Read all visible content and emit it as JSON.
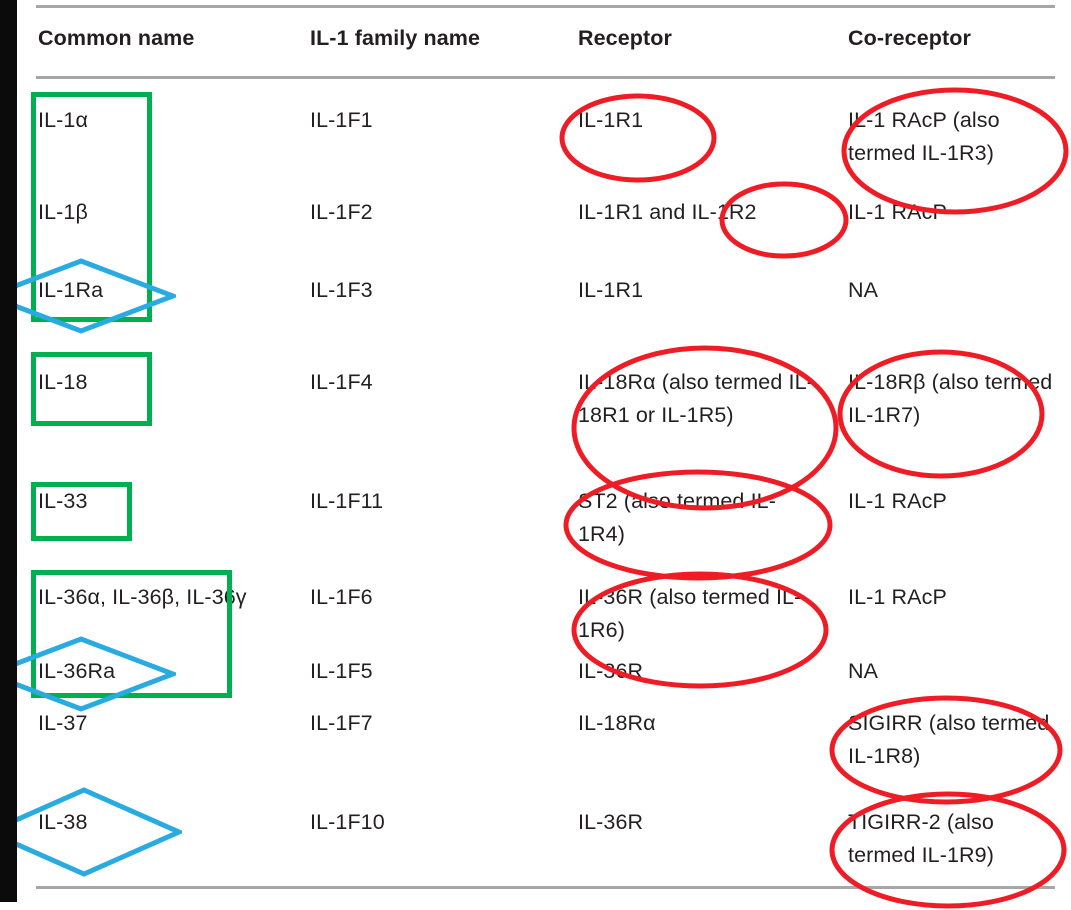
{
  "table": {
    "headers": [
      "Common name",
      "IL-1 family name",
      "Receptor",
      "Co-receptor"
    ],
    "rows": [
      {
        "common_name": "IL-1α",
        "family_name": "IL-1F1",
        "receptor": "IL-1R1",
        "co_receptor": "IL-1 RAcP (also termed IL-1R3)"
      },
      {
        "common_name": "IL-1β",
        "family_name": "IL-1F2",
        "receptor": "IL-1R1 and IL-1R2",
        "co_receptor": "IL-1 RAcP"
      },
      {
        "common_name": "IL-1Ra",
        "family_name": "IL-1F3",
        "receptor": "IL-1R1",
        "co_receptor": "NA"
      },
      {
        "common_name": "IL-18",
        "family_name": "IL-1F4",
        "receptor": "IL-18Rα (also termed IL-18R1 or IL-1R5)",
        "co_receptor": "IL-18Rβ (also termed IL-1R7)"
      },
      {
        "common_name": "IL-33",
        "family_name": "IL-1F11",
        "receptor": "ST2 (also termed IL-1R4)",
        "co_receptor": "IL-1 RAcP"
      },
      {
        "common_name": "IL-36α, IL-36β, IL-36γ",
        "family_name": "IL-1F6",
        "receptor": "IL-36R (also termed IL-1R6)",
        "co_receptor": "IL-1 RAcP"
      },
      {
        "common_name": "IL-36Ra",
        "family_name": "IL-1F5",
        "receptor": "IL-36R",
        "co_receptor": "NA"
      },
      {
        "common_name": "IL-37",
        "family_name": "IL-1F7",
        "receptor": "IL-18Rα",
        "co_receptor": "SIGIRR (also termed IL-1R8)"
      },
      {
        "common_name": "IL-38",
        "family_name": "IL-1F10",
        "receptor": "IL-36R",
        "co_receptor": "TIGIRR-2 (also termed IL-1R9)"
      }
    ]
  },
  "annotations": {
    "colors": {
      "green_box": "#00b050",
      "cyan_diamond": "#29abe2",
      "red_ellipse": "#ee1c25",
      "rule": "#a6a6a6",
      "text": "#231f20"
    },
    "green_boxes": [
      {
        "name": "green-box-il1-group",
        "targets": "IL-1α, IL-1β, IL-1Ra"
      },
      {
        "name": "green-box-il18",
        "targets": "IL-18"
      },
      {
        "name": "green-box-il33",
        "targets": "IL-33"
      },
      {
        "name": "green-box-il36-group",
        "targets": "IL-36α, IL-36β, IL-36γ, IL-36Ra"
      }
    ],
    "cyan_diamonds": [
      {
        "name": "cyan-diamond-il1ra",
        "targets": "IL-1Ra"
      },
      {
        "name": "cyan-diamond-il36ra",
        "targets": "IL-36Ra"
      },
      {
        "name": "cyan-diamond-il38",
        "targets": "IL-38"
      }
    ],
    "red_ellipses": [
      {
        "name": "red-ellipse-il1r1",
        "targets": "IL-1R1"
      },
      {
        "name": "red-ellipse-il1racp-il1r3",
        "targets": "IL-1 RAcP (also termed IL-1R3)"
      },
      {
        "name": "red-ellipse-il1r2",
        "targets": "IL-1R2"
      },
      {
        "name": "red-ellipse-il18ra",
        "targets": "IL-18Rα (also termed IL-18R1 or IL-1R5)"
      },
      {
        "name": "red-ellipse-il18rb",
        "targets": "IL-18Rβ (also termed IL-1R7)"
      },
      {
        "name": "red-ellipse-st2",
        "targets": "ST2 (also termed IL-1R4)"
      },
      {
        "name": "red-ellipse-il36r",
        "targets": "IL-36R (also termed IL-1R6)"
      },
      {
        "name": "red-ellipse-sigirr",
        "targets": "SIGIRR (also termed IL-1R8)"
      },
      {
        "name": "red-ellipse-tigirr2",
        "targets": "TIGIRR-2 (also termed IL-1R9)"
      }
    ]
  }
}
